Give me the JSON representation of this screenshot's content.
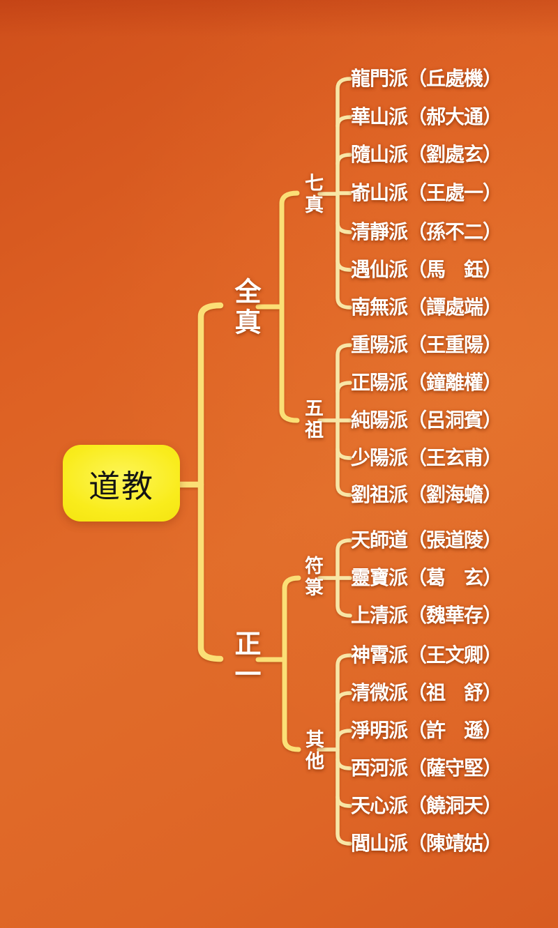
{
  "root": {
    "label": "道教"
  },
  "branches": [
    {
      "label": "全真",
      "groups": [
        {
          "label": "七真",
          "leaves": [
            "龍門派（丘處機）",
            "華山派（郝大通）",
            "隨山派（劉處玄）",
            "嵛山派（王處一）",
            "清靜派（孫不二）",
            "遇仙派（馬　鈺）",
            "南無派（譚處端）"
          ]
        },
        {
          "label": "五祖",
          "leaves": [
            "重陽派（王重陽）",
            "正陽派（鐘離權）",
            "純陽派（呂洞賓）",
            "少陽派（王玄甫）",
            "劉祖派（劉海蟾）"
          ]
        }
      ]
    },
    {
      "label": "正一",
      "groups": [
        {
          "label": "符箓",
          "leaves": [
            "天師道（張道陵）",
            "靈寶派（葛　玄）",
            "上清派（魏華存）"
          ]
        },
        {
          "label": "其他",
          "leaves": [
            "神霄派（王文卿）",
            "清微派（祖　舒）",
            "淨明派（許　遜）",
            "西河派（薩守堅）",
            "天心派（饒洞天）",
            "閭山派（陳靖姑）"
          ]
        }
      ]
    }
  ],
  "colors": {
    "background_orange": "#de6526",
    "line_main": "#fbdf76",
    "line_leaf": "#f8e6a6",
    "root_box_yellow": "#f9ec1c",
    "root_text": "#141414",
    "node_text": "#ffffff"
  }
}
